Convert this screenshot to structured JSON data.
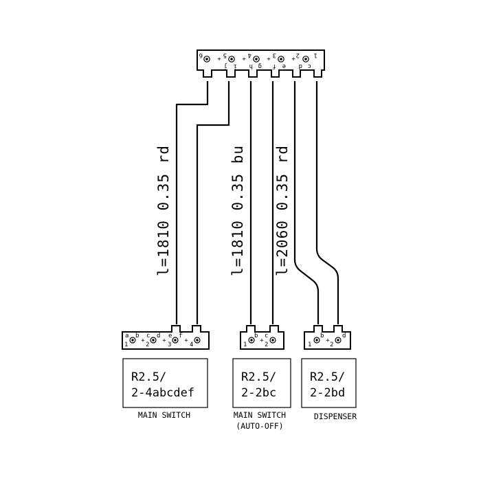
{
  "top_connector": {
    "pin_numbers": [
      "1",
      "2",
      "3",
      "4",
      "5",
      "6"
    ],
    "pin_letters": [
      "c",
      "d",
      "e",
      "f",
      "g",
      "h",
      "i",
      "j"
    ]
  },
  "wire_specs": [
    {
      "text": "l=1810 0.35 rd"
    },
    {
      "text": "l=1810 0.35 bu"
    },
    {
      "text": "l=2060 0.35 rd"
    }
  ],
  "connectors": [
    {
      "pin_letters": [
        "a",
        "b",
        "c",
        "d",
        "e",
        "f"
      ],
      "pin_numbers": [
        "1",
        "2",
        "3",
        "4"
      ],
      "ref_line1": "R2.5/",
      "ref_line2": "2-4abcdef",
      "caption_line1": "MAIN SWITCH",
      "caption_line2": ""
    },
    {
      "pin_letters": [
        "b",
        "c"
      ],
      "pin_numbers": [
        "1",
        "2"
      ],
      "ref_line1": "R2.5/",
      "ref_line2": "2-2bc",
      "caption_line1": "MAIN SWITCH",
      "caption_line2": "(AUTO-OFF)"
    },
    {
      "pin_letters": [
        "b",
        "d"
      ],
      "pin_numbers": [
        "1",
        "2"
      ],
      "ref_line1": "R2.5/",
      "ref_line2": "2-2bd",
      "caption_line1": "DISPENSER",
      "caption_line2": ""
    }
  ]
}
